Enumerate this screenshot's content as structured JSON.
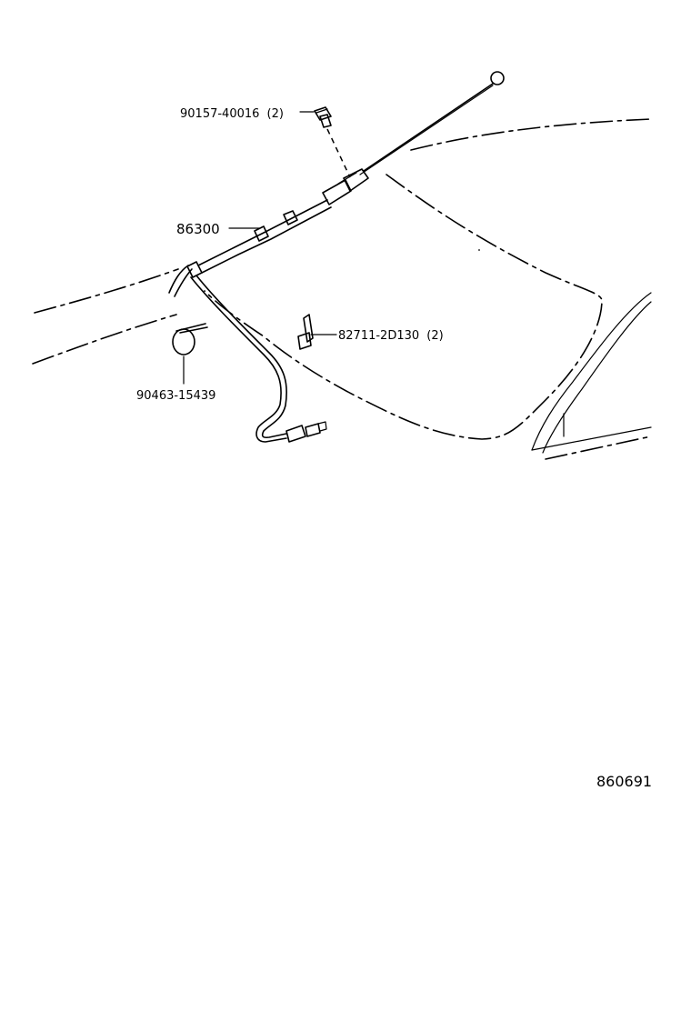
{
  "parts": [
    {
      "id": "bolt",
      "number": "90157-40016",
      "qty": "(2)"
    },
    {
      "id": "antenna",
      "number": "86300",
      "qty": ""
    },
    {
      "id": "clip",
      "number": "82711-2D130",
      "qty": "(2)"
    },
    {
      "id": "clamp",
      "number": "90463-15439",
      "qty": ""
    }
  ],
  "diagram_ref": "860691"
}
